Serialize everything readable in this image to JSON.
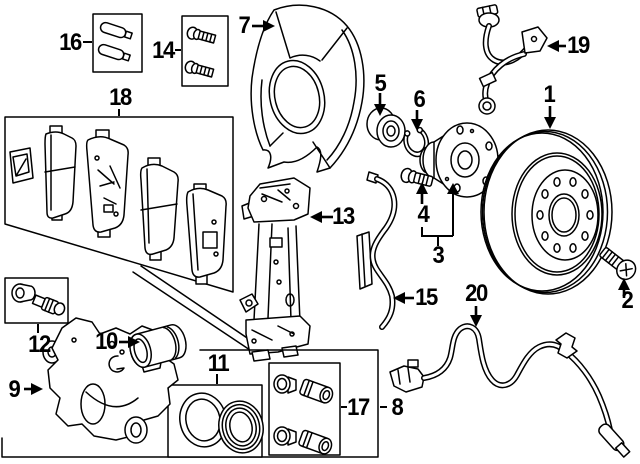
{
  "diagram": {
    "kind": "exploded-parts-line-drawing",
    "subject": "front-disc-brake-assembly",
    "background_color": "#ffffff",
    "line_color": "#000000",
    "label_color": "#000000",
    "callouts": [
      {
        "label": "1",
        "part": "brake-disc-rotor"
      },
      {
        "label": "2",
        "part": "disc-retaining-screw"
      },
      {
        "label": "3",
        "part": "wheel-hub-assembly"
      },
      {
        "label": "4",
        "part": "hub-stud-bolt"
      },
      {
        "label": "5",
        "part": "wheel-bearing"
      },
      {
        "label": "6",
        "part": "snap-ring"
      },
      {
        "label": "7",
        "part": "splash-guard"
      },
      {
        "label": "8",
        "part": "caliper-repair-kit-box"
      },
      {
        "label": "9",
        "part": "caliper-body"
      },
      {
        "label": "10",
        "part": "caliper-piston"
      },
      {
        "label": "11",
        "part": "piston-seal-kit-box"
      },
      {
        "label": "12",
        "part": "bleeder-screw-kit-box"
      },
      {
        "label": "13",
        "part": "caliper-mounting-bracket"
      },
      {
        "label": "14",
        "part": "mounting-bolt-kit-box"
      },
      {
        "label": "15",
        "part": "pad-retainer-spring"
      },
      {
        "label": "16",
        "part": "slide-pin-kit-box"
      },
      {
        "label": "17",
        "part": "pin-boot-kit-box"
      },
      {
        "label": "18",
        "part": "brake-pad-set-box"
      },
      {
        "label": "19",
        "part": "brake-hose"
      },
      {
        "label": "20",
        "part": "abs-wheel-speed-sensor"
      }
    ]
  }
}
